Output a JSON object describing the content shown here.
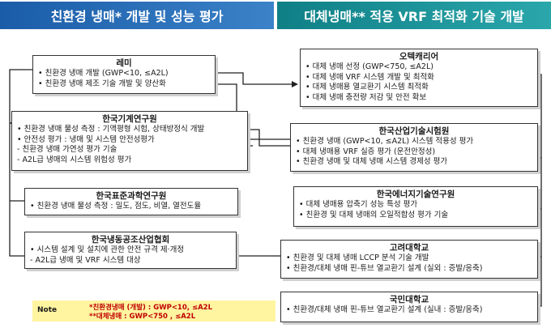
{
  "header": {
    "left": "친환경 냉매* 개발 및 성능 평가",
    "right": "대체냉매** 적용 VRF 최적화 기술 개발"
  },
  "left_boxes": [
    {
      "title": "레미",
      "lines": [
        "• 친환경 냉매 개발 (GWP<10, ≤A2L)",
        "• 친환경 냉매 제조 기술 개발 및 양산화"
      ]
    },
    {
      "title": "한국기계연구원",
      "lines": [
        "• 친환경 냉매 물성 측정 : 기액평형 시험, 상태방정식 개발",
        "• 안전성 평가 : 냉매 및 시스템 안전성평가",
        " - 친환경 냉매 가연성 평가 기술",
        " - A2L급 냉매의 시스템 위험성 평가"
      ]
    },
    {
      "title": "한국표준과학연구원",
      "lines": [
        "• 친환경 냉매 물성 측정 : 밀도, 점도, 비열, 열전도율"
      ]
    },
    {
      "title": "한국냉동공조산업협회",
      "lines": [
        "• 시스템 설계 및 설치에 관한 안전 규격 제·개정",
        " - A2L급 냉매 및 VRF 시스템 대상"
      ]
    }
  ],
  "right_boxes": [
    {
      "title": "오텍캐리어",
      "lines": [
        "• 대체 냉매 선정 (GWP<750, ≤A2L)",
        "• 대체 냉매 VRF 시스템 개발 및 최적화",
        "• 대체 냉매용 열교환기 시스템 최적화",
        "• 대체 냉매 충전량 저감 및 안전 확보"
      ]
    },
    {
      "title": "한국산업기술시험원",
      "lines": [
        "• 친환경 냉매 (GWP<10, ≤A2L) 시스템 적용성 평가",
        "• 대체 냉매용 VRF 실증 평가 (운전안정성)",
        "• 친환경 냉매 및 대체 냉매 시스템 경제성 평가"
      ]
    },
    {
      "title": "한국에너지기술연구원",
      "lines": [
        "• 대체 냉매용 압축기 성능 특성 평가",
        "• 친환경 및 대체 냉매의 오일적합성 평가 기술"
      ]
    },
    {
      "title": "고려대학교",
      "lines": [
        "• 친환경 및 대체 냉매 LCCP 분석 기술 개발",
        "• 친환경/대체 냉매 핀-튜브 열교환기 설계 (실외 : 증발/응축)"
      ]
    },
    {
      "title": "국민대학교",
      "lines": [
        "• 친환경/대체 냉매 핀-튜브 열교환기 설계 (실내 : 증발/응축)"
      ]
    }
  ],
  "note": {
    "label": "Note",
    "line1": "*친환경냉매 (개발) : GWP<10, ≤A2L",
    "line2": "**대체냉매 : GWP<750 , ≤A2L"
  }
}
